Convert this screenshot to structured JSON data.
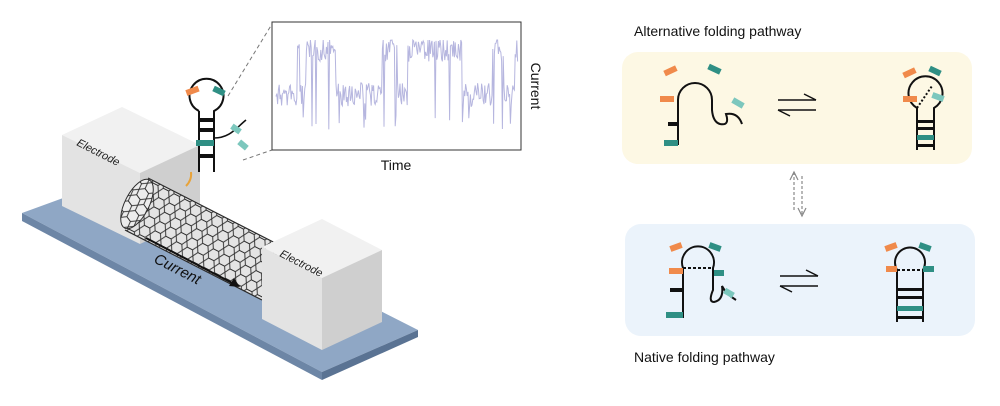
{
  "device": {
    "electrode_left_label": "Electrode",
    "electrode_right_label": "Electrode",
    "current_label": "Current"
  },
  "trace_plot": {
    "xlabel": "Time",
    "ylabel": "Current"
  },
  "pathways": {
    "alternative_title": "Alternative folding pathway",
    "native_title": "Native folding pathway"
  },
  "colors": {
    "orange": "#f08a4b",
    "teal": "#2f8f84",
    "teal_dark": "#1e6f66",
    "teal_light": "#7cc7bd",
    "trace": "#b7b7e0",
    "alt_bg": "#fdf7e3",
    "native_bg": "#eaf3fb",
    "base_plate": "#8da6c4",
    "block": "#e6e6e6"
  }
}
